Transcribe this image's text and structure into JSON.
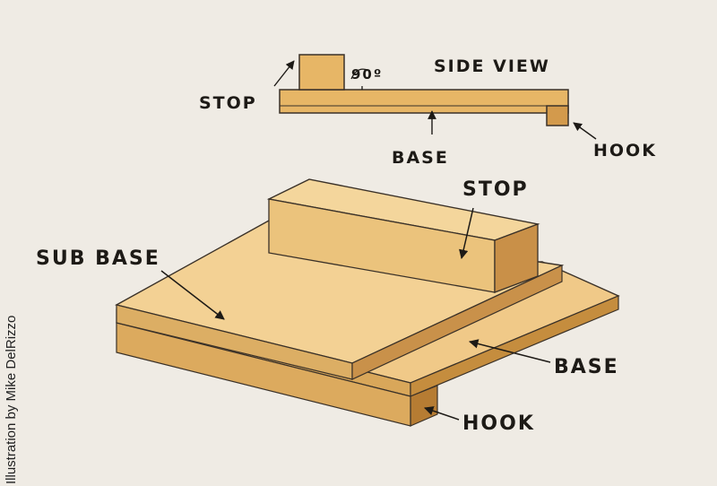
{
  "side_view": {
    "title": "SIDE VIEW",
    "angle": "90º",
    "labels": {
      "stop": "STOP",
      "base": "BASE",
      "hook": "HOOK"
    }
  },
  "iso_view": {
    "labels": {
      "sub_base": "SUB BASE",
      "stop": "STOP",
      "base": "BASE",
      "hook": "HOOK"
    }
  },
  "credit": "Illustration by Mike DelRizzo",
  "colors": {
    "background": "#efebe4",
    "wood_top": "#f1cf8c",
    "wood_side": "#d9a75a",
    "wood_dark": "#c58d3e",
    "outline": "#3a3128"
  }
}
